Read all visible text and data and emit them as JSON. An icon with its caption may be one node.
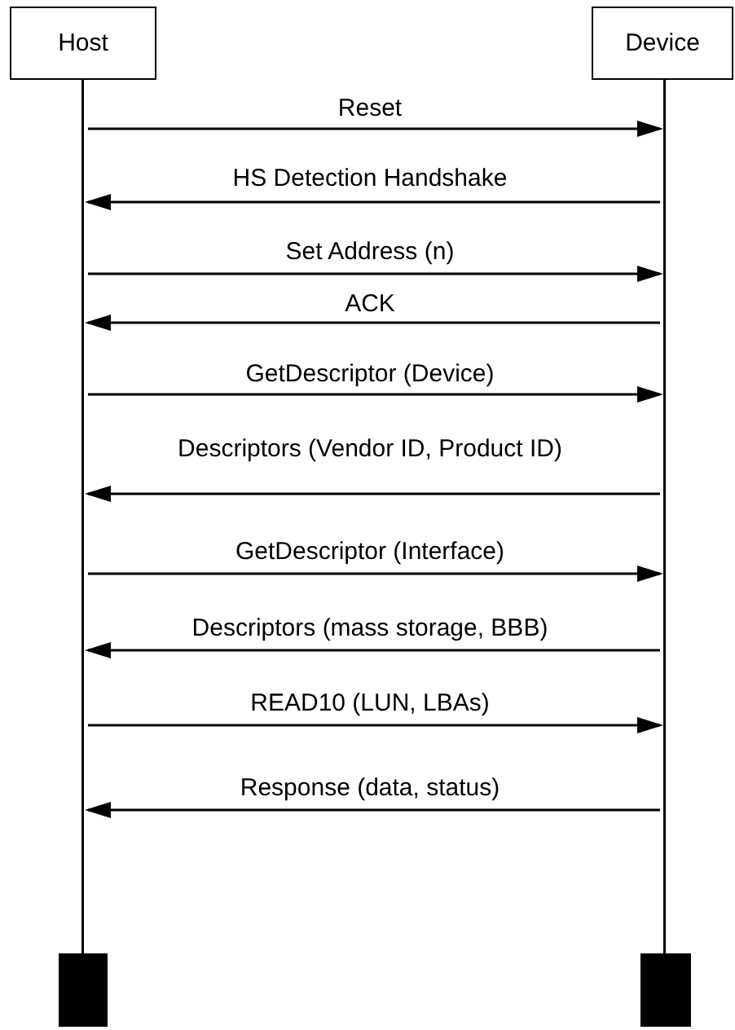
{
  "diagram": {
    "nodes": [
      {
        "text": [
          "Host"
        ]
      },
      {
        "text": [
          "Device"
        ]
      },
      {
        "text": [],
        "shape": "line"
      },
      {
        "text": [],
        "shape": "line"
      },
      {
        "text": [],
        "shape": "bar"
      },
      {
        "text": [],
        "shape": "bar"
      }
    ],
    "edges": [
      {
        "from": 2,
        "to": 3,
        "arrow": "to",
        "label": "Reset"
      },
      {
        "from": 3,
        "to": 2,
        "arrow": "to",
        "label": "HS Detection Handshake"
      },
      {
        "from": 2,
        "to": 3,
        "arrow": "to",
        "label": "Set Address (n)"
      },
      {
        "from": 3,
        "to": 2,
        "arrow": "to",
        "label": "ACK"
      },
      {
        "from": 2,
        "to": 3,
        "arrow": "to",
        "label": "GetDescriptor (Device)"
      },
      {
        "from": 3,
        "to": 2,
        "arrow": "to",
        "label": "Descriptors (Vendor ID, Product ID)"
      },
      {
        "from": 2,
        "to": 3,
        "arrow": "to",
        "label": "GetDescriptor (Interface)"
      },
      {
        "from": 3,
        "to": 2,
        "arrow": "to",
        "label": "Descriptors (mass storage, BBB)"
      },
      {
        "from": 2,
        "to": 3,
        "arrow": "to",
        "label": "READ10 (LUN, LBAs)"
      },
      {
        "from": 3,
        "to": 2,
        "arrow": "to",
        "label": "Response (data, status)"
      }
    ]
  }
}
